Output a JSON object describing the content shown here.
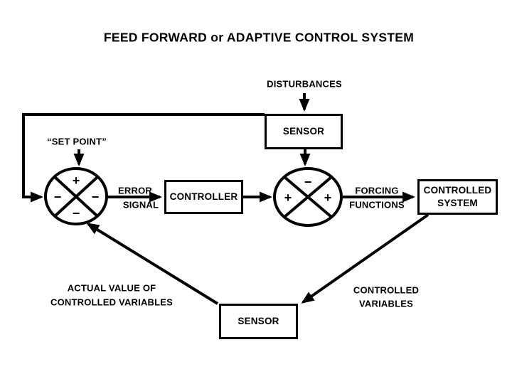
{
  "title": "FEED FORWARD or ADAPTIVE CONTROL SYSTEM",
  "colors": {
    "ink": "#000000",
    "background": "#ffffff"
  },
  "labels": {
    "disturbances": "DISTURBANCES",
    "set_point": "“SET POINT”",
    "error_signal": {
      "line1": "ERROR",
      "line2": "SIGNAL"
    },
    "forcing_functions": {
      "line1": "FORCING",
      "line2": "FUNCTIONS"
    },
    "controlled_variables": {
      "line1": "CONTROLLED",
      "line2": "VARIABLES"
    },
    "actual_value": {
      "line1": "ACTUAL VALUE OF",
      "line2": "CONTROLLED VARIABLES"
    }
  },
  "blocks": {
    "sensor_top": "SENSOR",
    "controller": "CONTROLLER",
    "controlled_system": {
      "line1": "CONTROLLED",
      "line2": "SYSTEM"
    },
    "sensor_bottom": "SENSOR"
  },
  "junctions": {
    "left": {
      "top": "+",
      "left": "−",
      "right": "−",
      "bottom": "−"
    },
    "right": {
      "top": "−",
      "left": "+",
      "right": "+"
    }
  }
}
